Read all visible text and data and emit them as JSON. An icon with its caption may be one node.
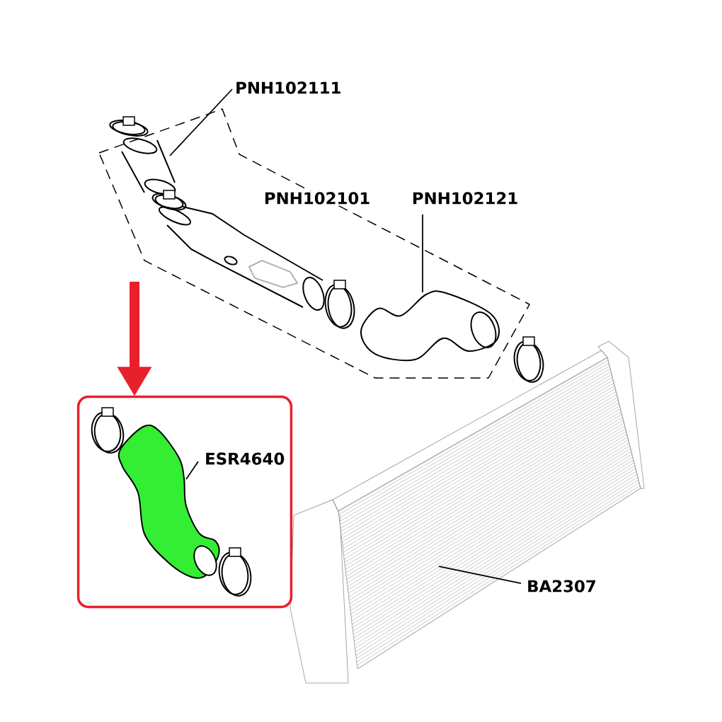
{
  "diagram": {
    "nodes": [
      {
        "text": [
          "PNH102101"
        ]
      },
      {
        "text": [
          "PNH102111"
        ]
      },
      {
        "text": [],
        "shape": "picture",
        "in": 0
      },
      {
        "text": [
          "PNH102121"
        ]
      },
      {
        "text": [],
        "shape": "picture",
        "in": 0
      },
      {
        "text": [],
        "shape": "box"
      },
      {
        "text": [
          "ESR4640"
        ],
        "in": 5
      },
      {
        "text": [],
        "shape": "picture",
        "in": 5
      },
      {
        "text": [
          "BA2307"
        ]
      },
      {
        "text": [],
        "shape": "picture"
      }
    ],
    "edges": [
      {
        "from": 1,
        "to": 2,
        "arrow": "none"
      },
      {
        "from": 3,
        "to": 4,
        "arrow": "none"
      },
      {
        "from": 6,
        "to": 7,
        "arrow": "none"
      },
      {
        "from": 8,
        "to": 9,
        "arrow": "none"
      },
      {
        "from": null,
        "to": 5,
        "arrow": "to",
        "style": "thick",
        "color": "#e8202a"
      }
    ]
  }
}
